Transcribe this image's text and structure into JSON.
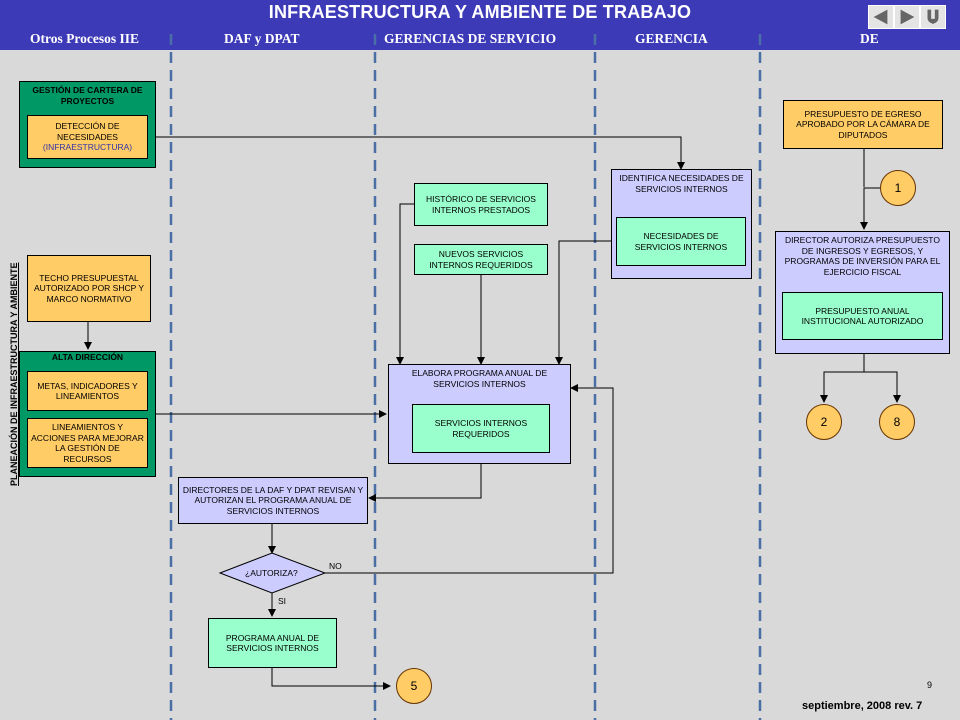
{
  "header": {
    "title": "INFRAESTRUCTURA Y AMBIENTE DE TRABAJO",
    "lanes": [
      "Otros Procesos IIE",
      "DAF y DPAT",
      "GERENCIAS DE SERVICIO",
      "GERENCIA",
      "DE"
    ]
  },
  "nav": {
    "back": "back-icon",
    "forward": "forward-icon",
    "return": "return-icon"
  },
  "side_label": "PLANEACIÓN DE INFRAESTRUCTURA Y AMBIENTE",
  "boxes": {
    "gestion_title": "GESTIÓN DE CARTERA DE PROYECTOS",
    "deteccion_1": "DETECCIÓN DE NECESIDADES",
    "deteccion_2": "(INFRAESTRUCTURA)",
    "techo": "TECHO PRESUPUESTAL AUTORIZADO POR SHCP Y MARCO NORMATIVO",
    "alta_title": "ALTA DIRECCIÓN",
    "metas": "METAS, INDICADORES Y LINEAMIENTOS",
    "lineamientos": "LINEAMIENTOS Y ACCIONES PARA MEJORAR LA GESTIÓN DE RECURSOS",
    "historico": "HISTÓRICO DE SERVICIOS INTERNOS PRESTADOS",
    "nuevos": "NUEVOS SERVICIOS INTERNOS REQUERIDOS",
    "identifica": "IDENTIFICA NECESIDADES DE SERVICIOS INTERNOS",
    "necesidades": "NECESIDADES DE SERVICIOS INTERNOS",
    "elabora": "ELABORA PROGRAMA ANUAL DE SERVICIOS INTERNOS",
    "requeridos": "SERVICIOS INTERNOS REQUERIDOS",
    "directores": "DIRECTORES DE LA DAF Y DPAT REVISAN Y AUTORIZAN EL PROGRAMA ANUAL DE SERVICIOS INTERNOS",
    "autoriza": "¿AUTORIZA?",
    "no": "NO",
    "si": "SI",
    "programa": "PROGRAMA ANUAL DE SERVICIOS INTERNOS",
    "presupuesto_egreso": "PRESUPUESTO DE EGRESO APROBADO POR LA CÁMARA DE DIPUTADOS",
    "director_autoriza": "DIRECTOR AUTORIZA PRESUPUESTO DE INGRESOS Y EGRESOS, Y PROGRAMAS DE INVERSIÓN PARA EL EJERCICIO FISCAL",
    "presupuesto_anual": "PRESUPUESTO ANUAL INSTITUCIONAL AUTORIZADO"
  },
  "connectors": {
    "c1": "1",
    "c2": "2",
    "c8": "8",
    "c5": "5"
  },
  "footer": {
    "page": "9",
    "date": "septiembre, 2008  rev. 7"
  },
  "colors": {
    "header": "#3d3ab8",
    "background": "#d9d9d9",
    "orange": "#ffcc66",
    "green": "#009966",
    "mint": "#99ffcc",
    "lavender": "#ccccff",
    "lane_divider": "#4a6fa5"
  }
}
